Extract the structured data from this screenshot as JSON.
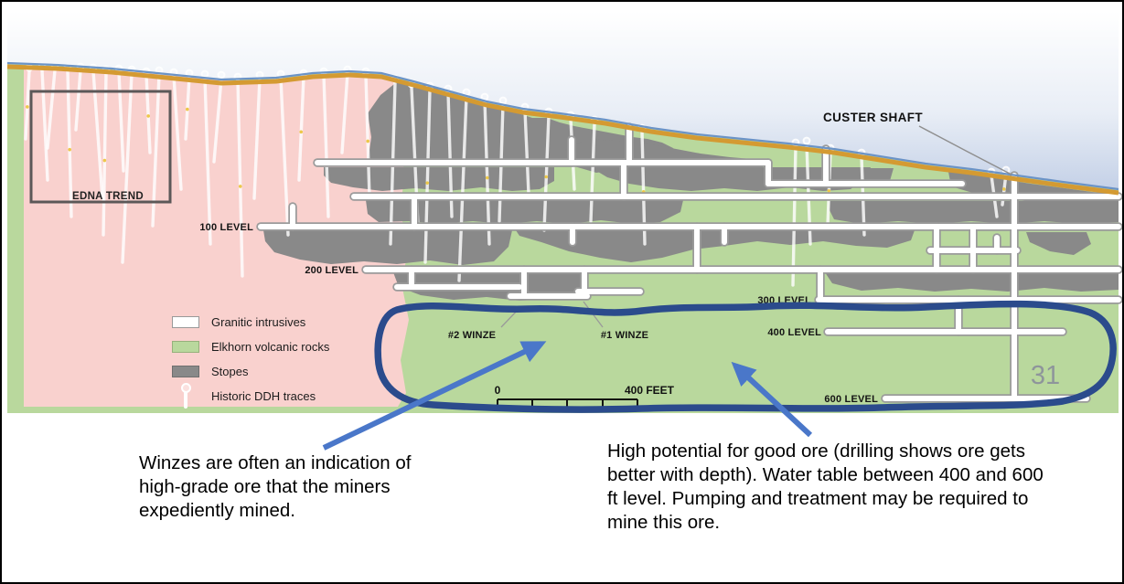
{
  "map": {
    "edna_trend": "EDNA TREND",
    "custer_shaft": "CUSTER SHAFT",
    "levels": {
      "l100": "100 LEVEL",
      "l200": "200 LEVEL",
      "l300": "300 LEVEL",
      "l400": "400 LEVEL",
      "l600": "600 LEVEL"
    },
    "winze_2": "#2 WINZE",
    "winze_1": "#1 WINZE",
    "claim_number": "31",
    "scale": {
      "zero": "0",
      "end": "400 FEET"
    }
  },
  "legend": {
    "items": [
      {
        "label": "Granitic intrusives",
        "swatch": "white"
      },
      {
        "label": "Elkhorn volcanic rocks",
        "swatch": "green"
      },
      {
        "label": "Stopes",
        "swatch": "gray"
      },
      {
        "label": "Historic DDH traces",
        "swatch": "ddh"
      }
    ]
  },
  "annotations": {
    "winze_note": "Winzes are often an indication of\nhigh-grade ore that the miners\nexpediently mined.",
    "ore_note": "High potential for good ore (drilling shows ore gets\nbetter with depth). Water table between 400 and 600\nft level. Pumping and treatment may be required to\nmine this ore."
  },
  "colors": {
    "granitic_pink": "#f9d1ce",
    "volcanic_green": "#b9d89d",
    "stope_gray": "#898989",
    "loop_blue": "#2b4b8c",
    "arrow_blue": "#4a77c9",
    "surface_tan": "#d49a32",
    "water_line_blue": "#6b93c6",
    "claim_number_gray": "#8e959b"
  }
}
